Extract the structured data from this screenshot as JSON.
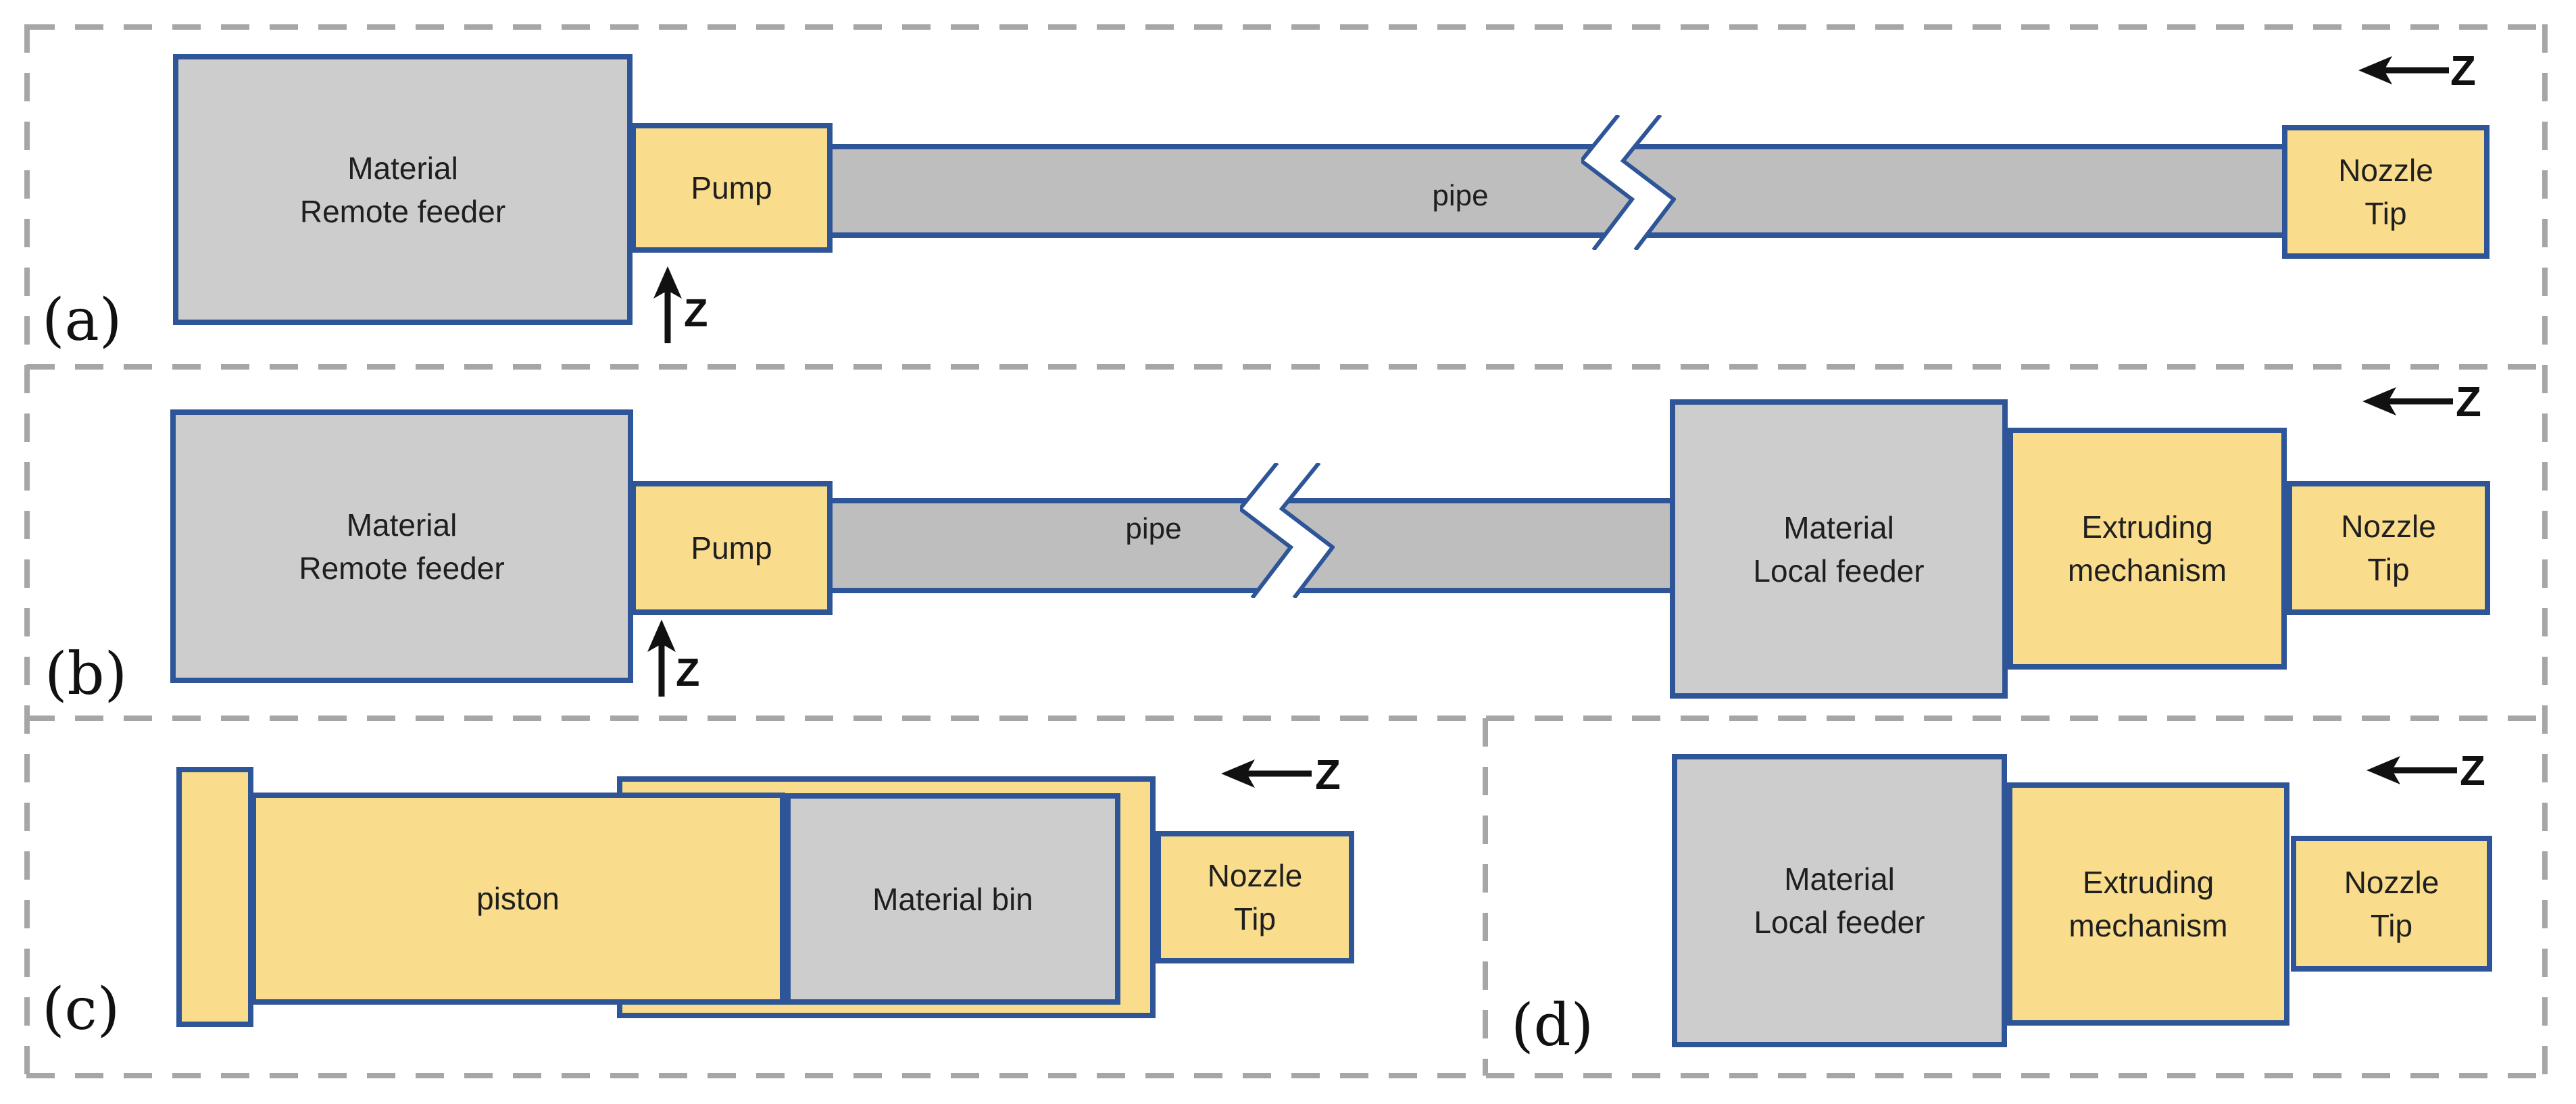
{
  "figure": {
    "description": "Four-panel schematic of material feeding and extrusion configurations",
    "colors": {
      "box_fill_yellow": "#F9DD8C",
      "box_fill_gray": "#CDCDCD",
      "pipe_fill_gray": "#BEBEBE",
      "outline_blue": "#2E5597",
      "dashed_border_gray": "#A6A6A6",
      "text": "#1F1F1F",
      "arrow_black": "#111111"
    }
  },
  "panel_a": {
    "label": "(a)",
    "remote_feeder_line1": "Material",
    "remote_feeder_line2": "Remote feeder",
    "pump_label": "Pump",
    "pipe_label": "pipe",
    "nozzle_line1": "Nozzle",
    "nozzle_line2": "Tip",
    "z_up_label": "Z",
    "z_left_label": "Z"
  },
  "panel_b": {
    "label": "(b)",
    "remote_feeder_line1": "Material",
    "remote_feeder_line2": "Remote feeder",
    "pump_label": "Pump",
    "pipe_label": "pipe",
    "local_feeder_line1": "Material",
    "local_feeder_line2": "Local feeder",
    "extruder_line1": "Extruding",
    "extruder_line2": "mechanism",
    "nozzle_line1": "Nozzle",
    "nozzle_line2": "Tip",
    "z_up_label": "Z",
    "z_left_label": "Z"
  },
  "panel_c": {
    "label": "(c)",
    "piston_label": "piston",
    "bin_label": "Material bin",
    "nozzle_line1": "Nozzle",
    "nozzle_line2": "Tip",
    "z_left_label": "Z"
  },
  "panel_d": {
    "label": "(d)",
    "local_feeder_line1": "Material",
    "local_feeder_line2": "Local feeder",
    "extruder_line1": "Extruding",
    "extruder_line2": "mechanism",
    "nozzle_line1": "Nozzle",
    "nozzle_line2": "Tip",
    "z_left_label": "Z"
  }
}
